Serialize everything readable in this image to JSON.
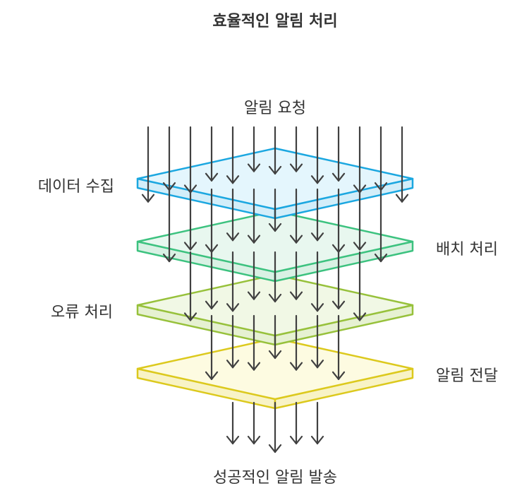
{
  "title": "효율적인 알림 처리",
  "input_label": "알림 요청",
  "output_label": "성공적인 알림 발송",
  "layers": [
    {
      "label": "데이터 수집",
      "stroke": "#1ba7e0",
      "fill": "#e4f6fd",
      "side": "#d3eef9"
    },
    {
      "label": "배치 처리",
      "stroke": "#3cc27f",
      "fill": "#e8f7ef",
      "side": "#d9f1e4"
    },
    {
      "label": "오류 처리",
      "stroke": "#97c13b",
      "fill": "#f1f8e5",
      "side": "#e6f1d2"
    },
    {
      "label": "알림 전달",
      "stroke": "#dcc91d",
      "fill": "#fdfbe1",
      "side": "#f8f3c6"
    }
  ],
  "arrow_color": "#404040"
}
